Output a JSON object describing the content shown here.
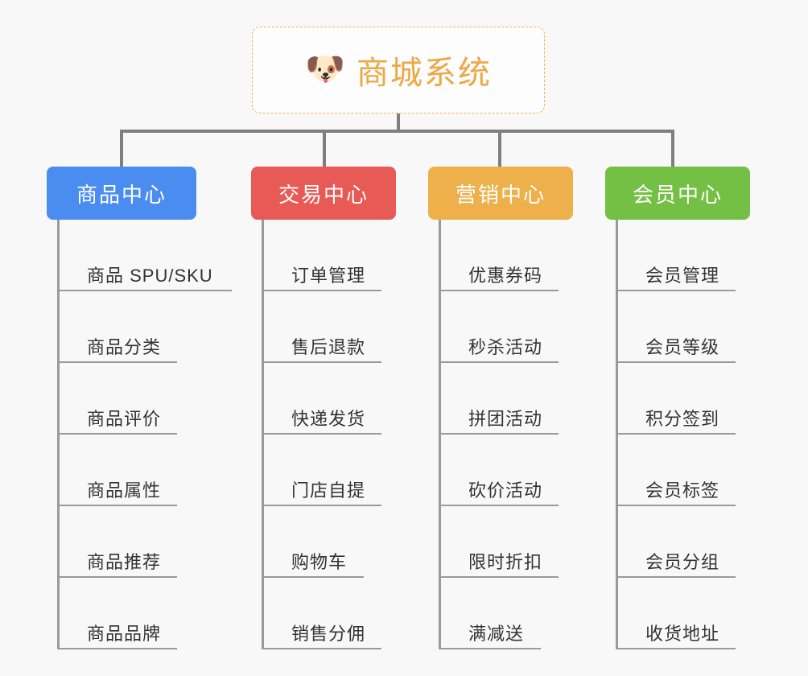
{
  "canvas": {
    "background_color": "#f8f8f8"
  },
  "root": {
    "emoji": "🐶",
    "emoji_name": "shiba-dog-face-emoji",
    "title": "商城系统",
    "text_color": "#eba845",
    "border_color": "#f0b64e",
    "background_color": "#fdfdfd"
  },
  "connector": {
    "color": "#7f7f7f"
  },
  "branches": [
    {
      "id": "product-center",
      "label": "商品中心",
      "color": "#4a8cf0",
      "items": [
        "商品 SPU/SKU",
        "商品分类",
        "商品评价",
        "商品属性",
        "商品推荐",
        "商品品牌"
      ]
    },
    {
      "id": "trade-center",
      "label": "交易中心",
      "color": "#e85a56",
      "items": [
        "订单管理",
        "售后退款",
        "快递发货",
        "门店自提",
        "购物车",
        "销售分佣"
      ]
    },
    {
      "id": "marketing-center",
      "label": "营销中心",
      "color": "#edb04a",
      "items": [
        "优惠券码",
        "秒杀活动",
        "拼团活动",
        "砍价活动",
        "限时折扣",
        "满减送"
      ]
    },
    {
      "id": "member-center",
      "label": "会员中心",
      "color": "#74c044",
      "items": [
        "会员管理",
        "会员等级",
        "积分签到",
        "会员标签",
        "会员分组",
        "收货地址"
      ]
    }
  ]
}
